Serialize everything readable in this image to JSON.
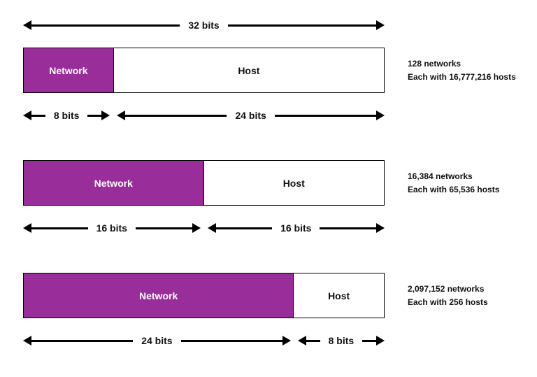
{
  "colors": {
    "network_fill": "#992d99",
    "border": "#000000"
  },
  "top_arrow": {
    "label": "32 bits"
  },
  "rows": [
    {
      "network_label": "Network",
      "host_label": "Host",
      "left_arrow_label": "8 bits",
      "right_arrow_label": "24 bits",
      "stats_line1": "128 networks",
      "stats_line2": "Each with 16,777,216 hosts"
    },
    {
      "network_label": "Network",
      "host_label": "Host",
      "left_arrow_label": "16 bits",
      "right_arrow_label": "16 bits",
      "stats_line1": "16,384 networks",
      "stats_line2": "Each with 65,536 hosts"
    },
    {
      "network_label": "Network",
      "host_label": "Host",
      "left_arrow_label": "24 bits",
      "right_arrow_label": "8 bits",
      "stats_line1": "2,097,152 networks",
      "stats_line2": "Each with 256 hosts"
    }
  ]
}
